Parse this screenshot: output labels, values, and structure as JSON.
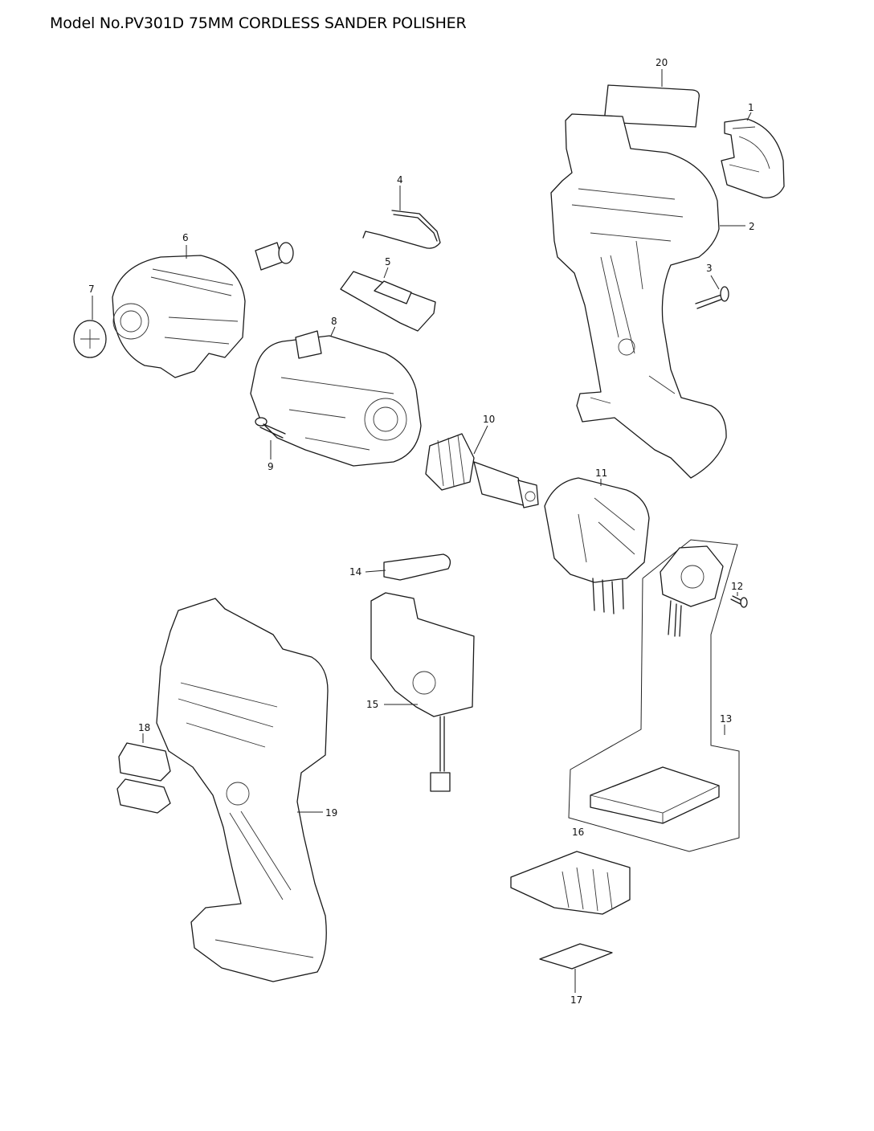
{
  "header": {
    "title": "Model No.PV301D 75MM CORDLESS SANDER POLISHER"
  },
  "callouts": {
    "c1": "1",
    "c2": "2",
    "c3": "3",
    "c4": "4",
    "c5": "5",
    "c6": "6",
    "c7": "7",
    "c8": "8",
    "c9": "9",
    "c10": "10",
    "c11": "11",
    "c12": "12",
    "c13": "13",
    "c14": "14",
    "c15": "15",
    "c16": "16",
    "c17": "17",
    "c18": "18",
    "c19": "19",
    "c20": "20"
  },
  "colors": {
    "line": "#1a1a1a",
    "background": "#ffffff"
  }
}
